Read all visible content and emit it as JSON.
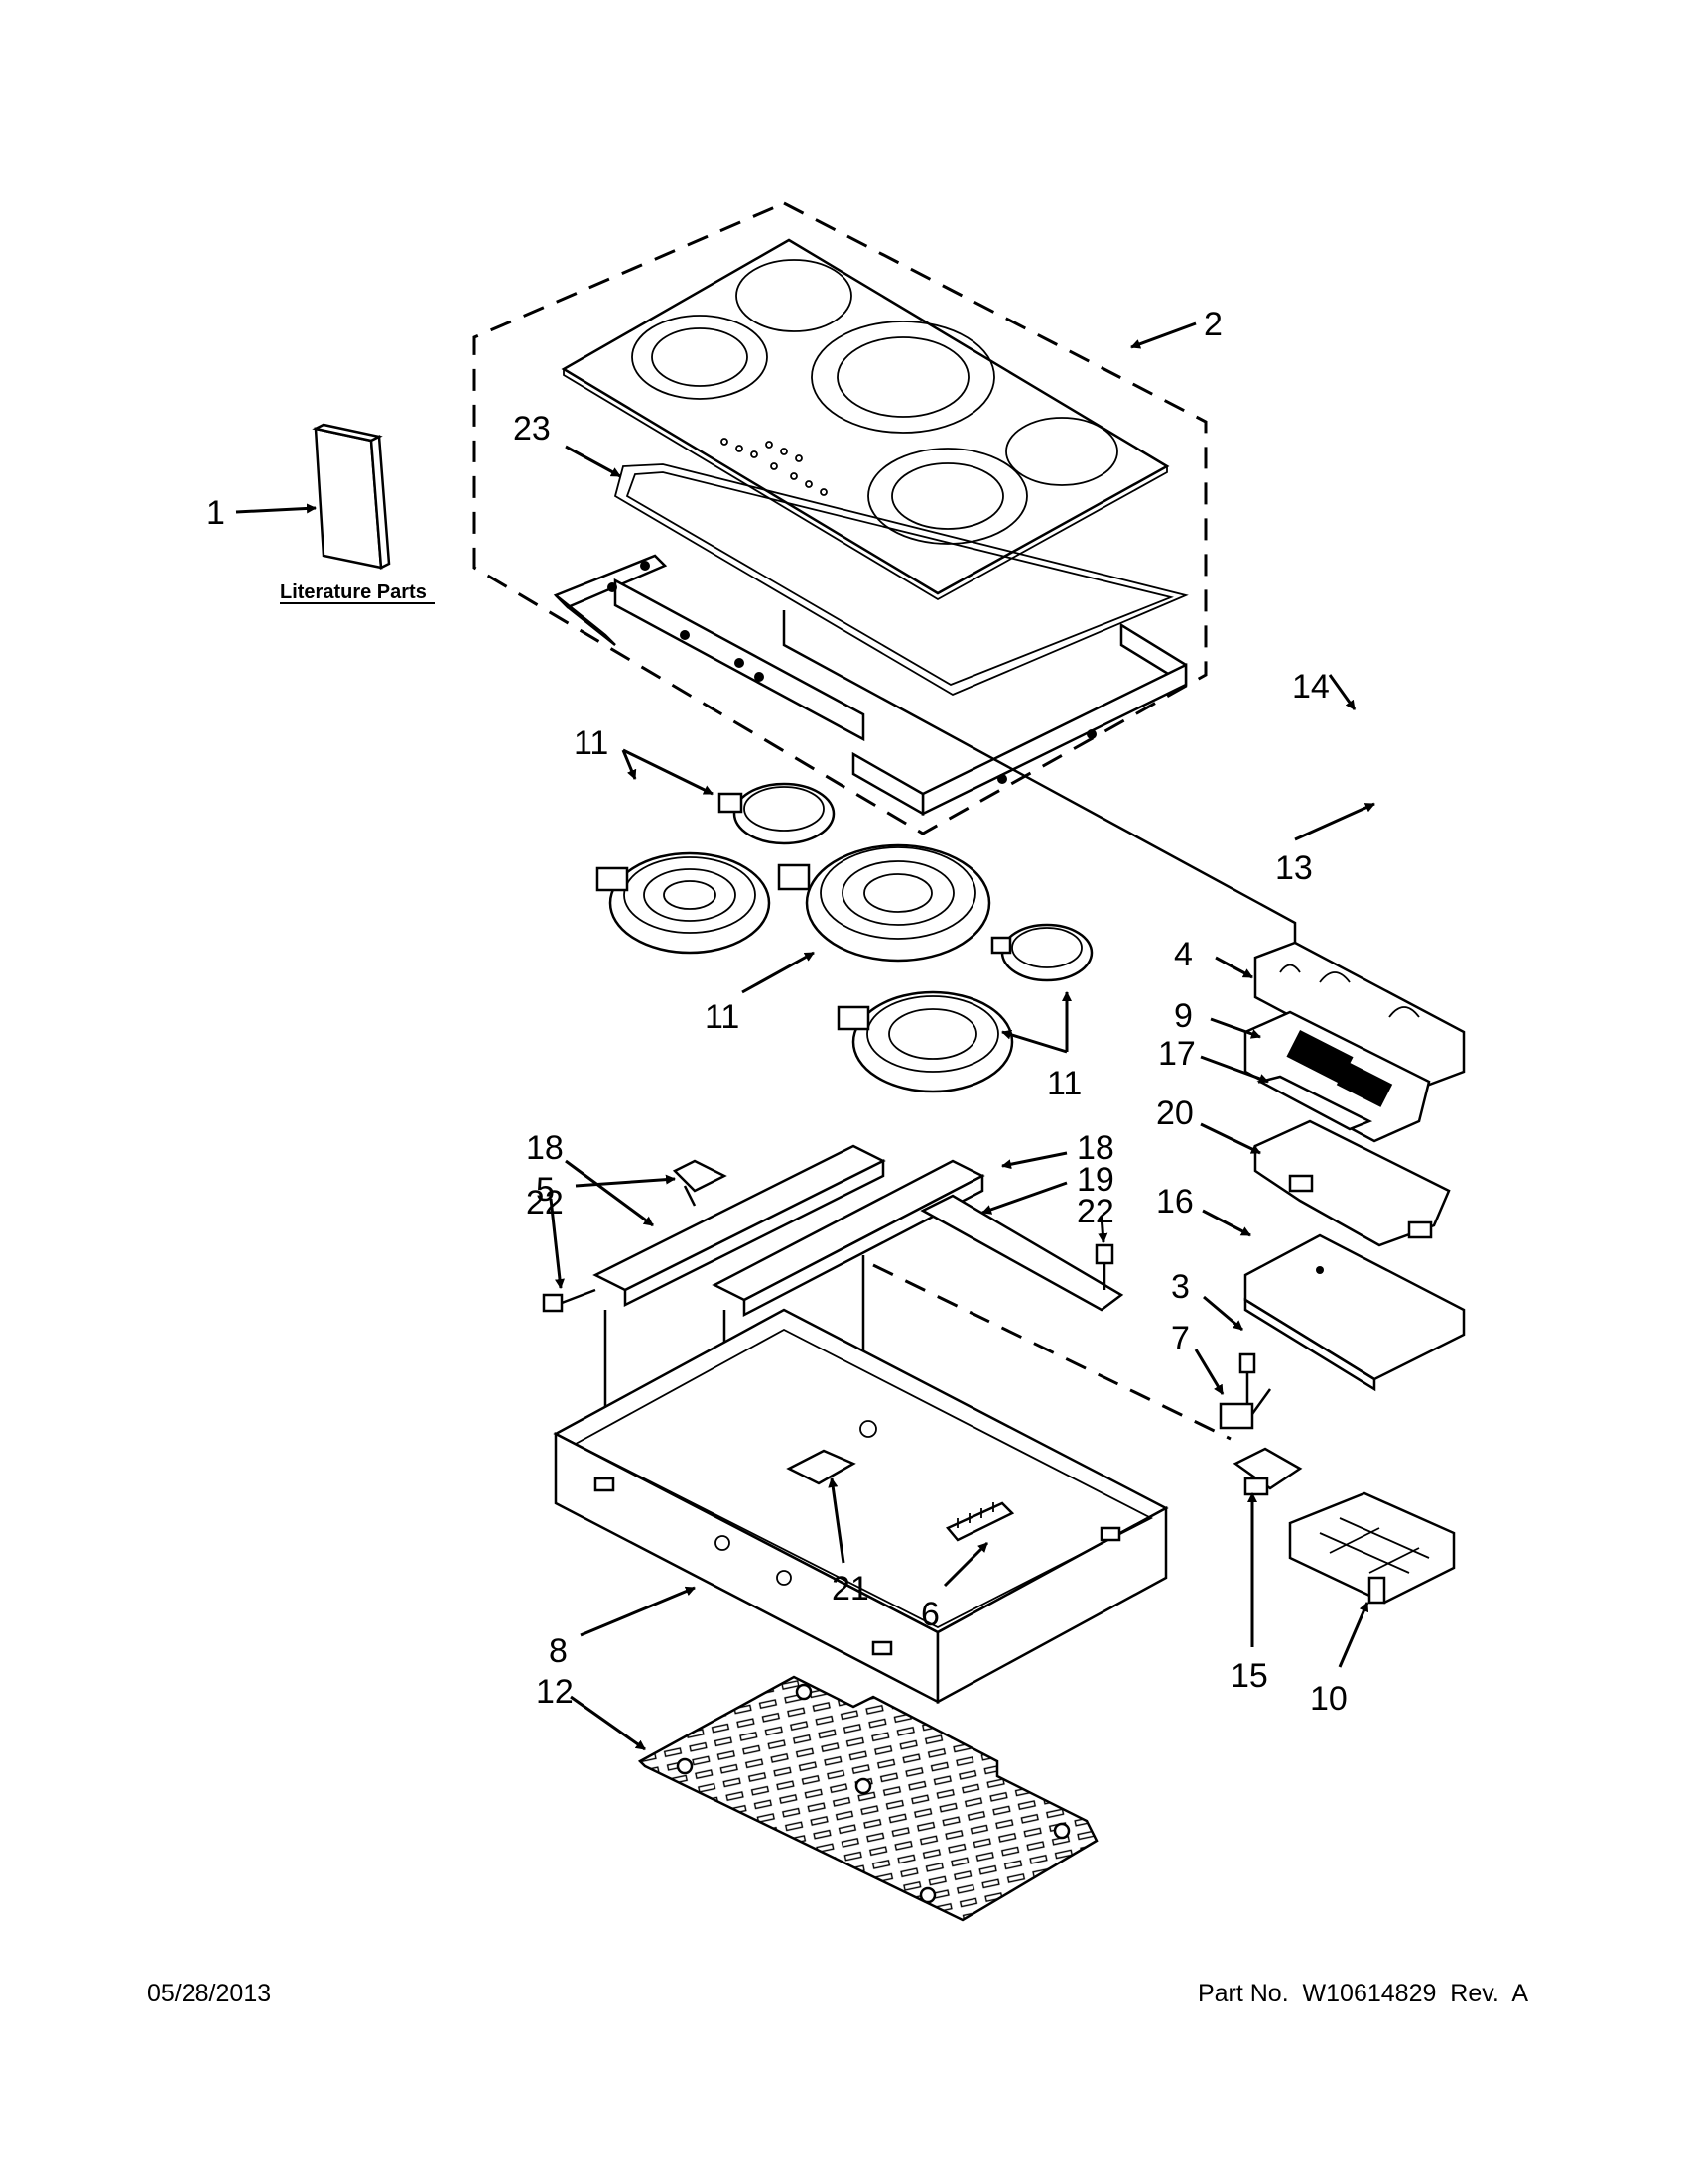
{
  "callouts": {
    "c1": "1",
    "c2": "2",
    "c3": "3",
    "c4": "4",
    "c5": "5",
    "c6": "6",
    "c7": "7",
    "c8": "8",
    "c9": "9",
    "c10": "10",
    "c11a": "11",
    "c11b": "11",
    "c11c": "11",
    "c12": "12",
    "c13": "13",
    "c14": "14",
    "c15": "15",
    "c16": "16",
    "c17": "17",
    "c18a": "18",
    "c18b": "18",
    "c19": "19",
    "c20": "20",
    "c21": "21",
    "c22a": "22",
    "c22b": "22",
    "c23": "23"
  },
  "literature_label": "Literature Parts",
  "footer": {
    "date": "05/28/2013",
    "part_number": "Part No.  W10614829  Rev.  A"
  }
}
